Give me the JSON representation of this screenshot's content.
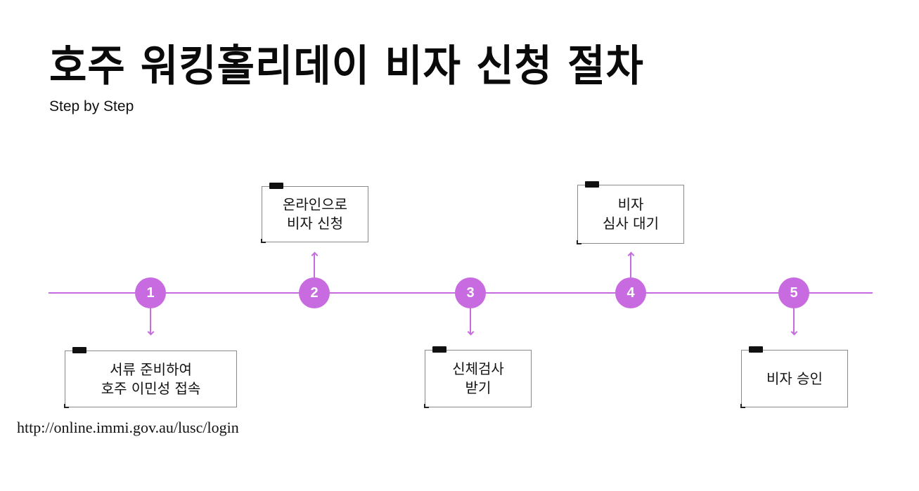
{
  "header": {
    "title": "호주 워킹홀리데이 비자 신청 절차",
    "subtitle": "Step by Step"
  },
  "colors": {
    "accent": "#c86ae0",
    "text": "#111111",
    "background": "#ffffff"
  },
  "steps": [
    {
      "number": "1",
      "label": "서류 준비하여\n호주 이민성 접속",
      "position": "below"
    },
    {
      "number": "2",
      "label": "온라인으로\n비자 신청",
      "position": "above"
    },
    {
      "number": "3",
      "label": "신체검사\n받기",
      "position": "below"
    },
    {
      "number": "4",
      "label": "비자\n심사 대기",
      "position": "above"
    },
    {
      "number": "5",
      "label": "비자 승인",
      "position": "below"
    }
  ],
  "footer": {
    "link": "http://online.immi.gov.au/lusc/login"
  }
}
